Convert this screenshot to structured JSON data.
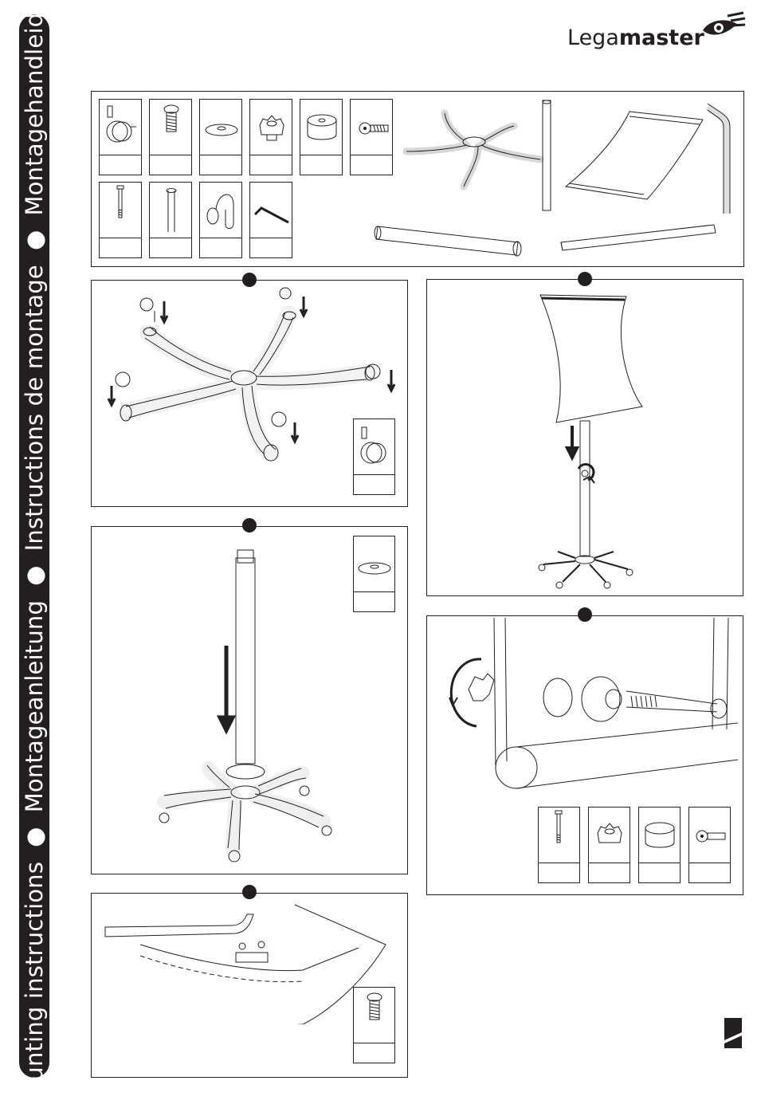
{
  "sidebar": {
    "titles": [
      "Mounting instructions",
      "Montageanleitung",
      "Instructions de montage",
      "Montagehandleiding"
    ],
    "bullet": "●"
  },
  "logo": {
    "text_light": "Lega",
    "text_bold": "master"
  },
  "colors": {
    "ink": "#231f20",
    "paper": "#ffffff"
  },
  "icons": [
    "castor-wheel-icon",
    "bolt-icon",
    "washer-icon",
    "star-knob-icon",
    "spacer-icon",
    "eye-bolt-icon",
    "long-bolt-icon",
    "pin-icon",
    "hook-icon",
    "hex-key-icon",
    "base-star-icon",
    "pole-icon",
    "board-icon",
    "arm-icon"
  ]
}
